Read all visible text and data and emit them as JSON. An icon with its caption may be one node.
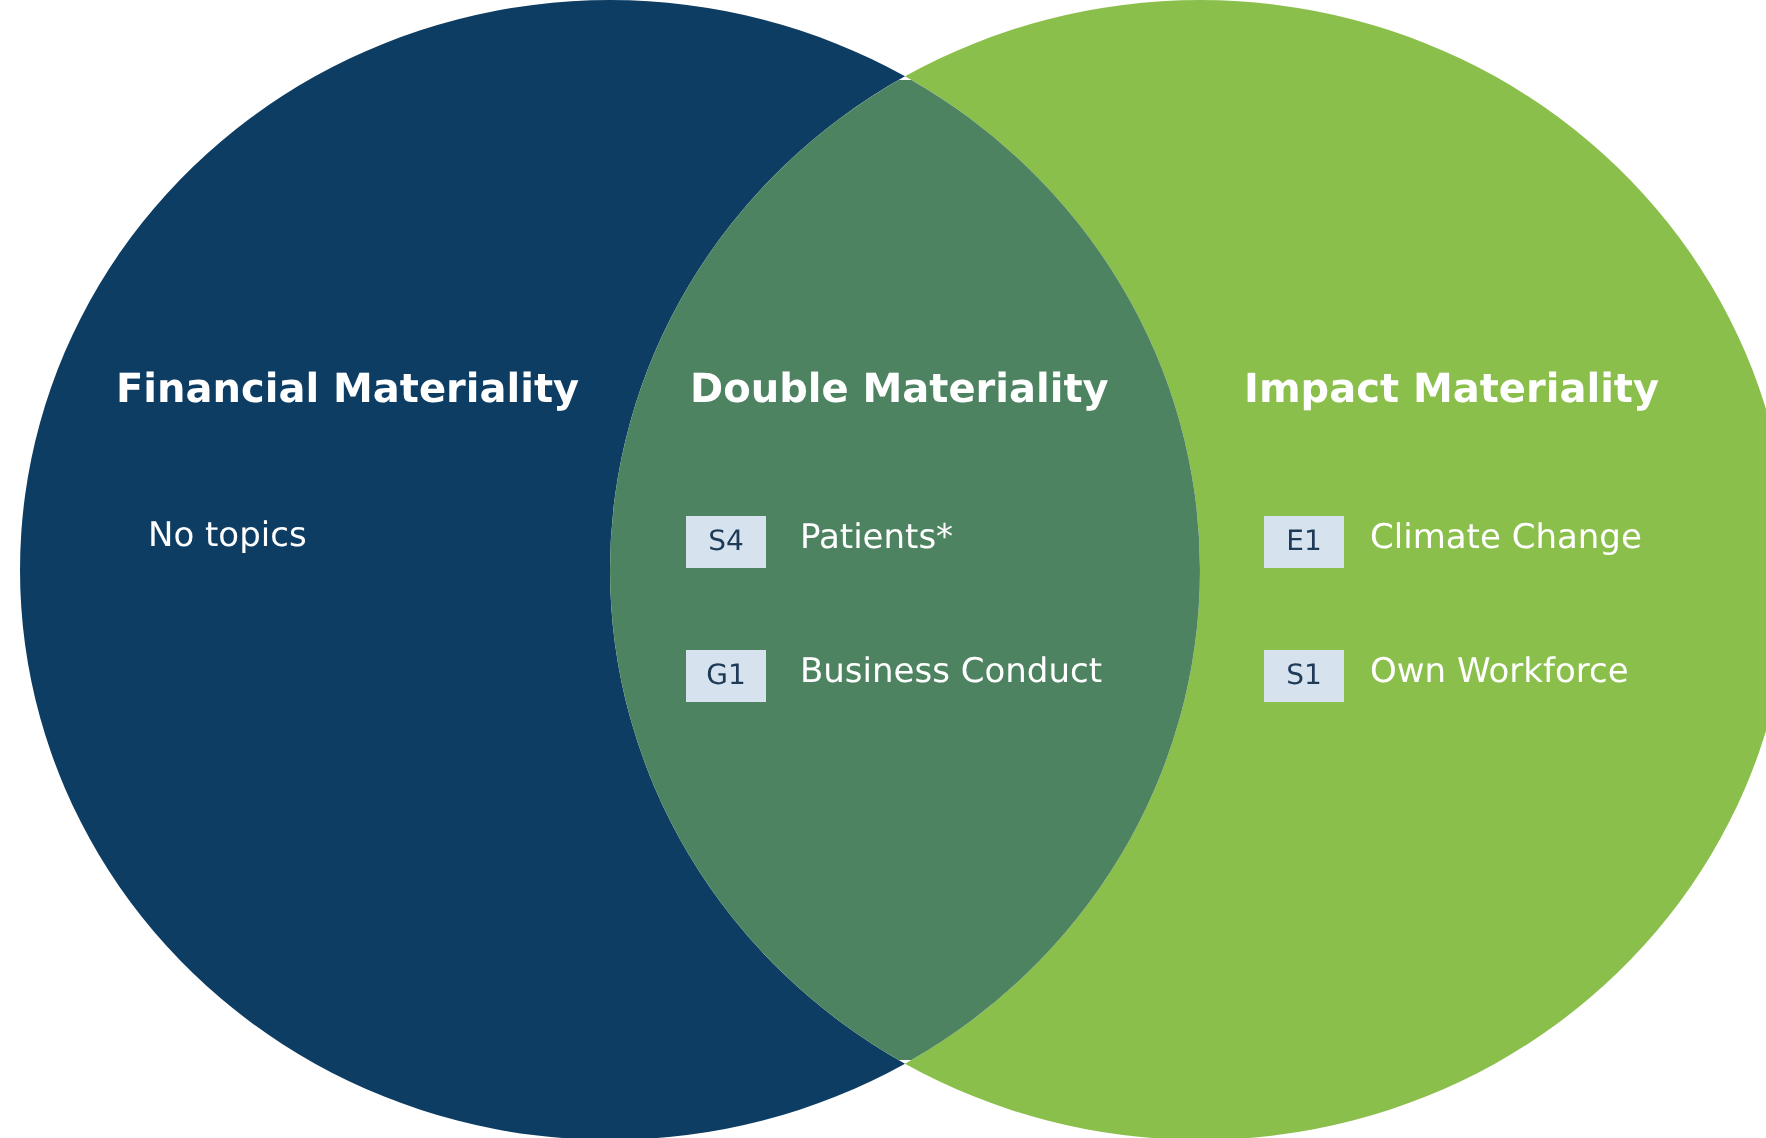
{
  "diagram": {
    "nodes": [
      {
        "text": [
          "Financial Materiality",
          "No topics"
        ]
      },
      {
        "text": [
          "Double Materiality"
        ]
      },
      {
        "text": [
          "S4"
        ],
        "in": 1
      },
      {
        "text": [
          "G1"
        ],
        "in": 1
      },
      {
        "text": [
          "Impact Materiality"
        ]
      },
      {
        "text": [
          "E1"
        ],
        "in": 4,
        "beside": [
          "Climate Change"
        ]
      },
      {
        "text": [
          "S1"
        ],
        "in": 4,
        "beside": [
          "Own Workforce"
        ]
      }
    ],
    "edges": [],
    "labels": [
      "Patients*",
      "Business Conduct"
    ]
  }
}
